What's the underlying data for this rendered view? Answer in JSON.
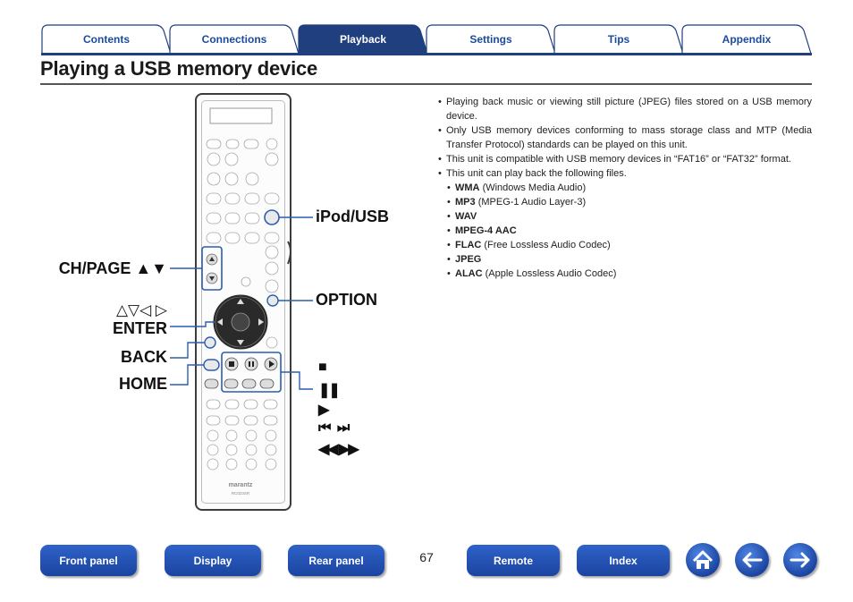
{
  "tabs": [
    {
      "label": "Contents",
      "active": false
    },
    {
      "label": "Connections",
      "active": false
    },
    {
      "label": "Playback",
      "active": true
    },
    {
      "label": "Settings",
      "active": false
    },
    {
      "label": "Tips",
      "active": false
    },
    {
      "label": "Appendix",
      "active": false
    }
  ],
  "page_title": "Playing a USB memory device",
  "remote": {
    "labels": {
      "ipod_usb": "iPod/USB",
      "ch_page": "CH/PAGE ▲▼",
      "option": "OPTION",
      "arrows": "△▽◁ ▷",
      "enter": "ENTER",
      "back": "BACK",
      "home": "HOME"
    },
    "symbols": [
      "■",
      "❚❚",
      "▶",
      "⏮ ⏭",
      "◀◀ ▶▶"
    ],
    "brand": "marantz",
    "model": "RC023SR"
  },
  "info": {
    "bullets": [
      "Playing back music or viewing still picture (JPEG) files stored on a USB memory device.",
      "Only USB memory devices conforming to mass storage class and MTP (Media Transfer Protocol) standards can be played on this unit.",
      "This unit is compatible with USB memory devices in “FAT16” or “FAT32” format.",
      "This unit can play back the following files."
    ],
    "formats": [
      {
        "name": "WMA",
        "desc": "(Windows Media Audio)"
      },
      {
        "name": "MP3",
        "desc": "(MPEG-1 Audio Layer-3)"
      },
      {
        "name": "WAV",
        "desc": ""
      },
      {
        "name": "MPEG-4 AAC",
        "desc": ""
      },
      {
        "name": "FLAC",
        "desc": "(Free Lossless Audio Codec)"
      },
      {
        "name": "JPEG",
        "desc": ""
      },
      {
        "name": "ALAC",
        "desc": "(Apple Lossless Audio Codec)"
      }
    ]
  },
  "bottom_nav": {
    "front_panel": "Front panel",
    "display": "Display",
    "rear_panel": "Rear panel",
    "page_number": "67",
    "remote": "Remote",
    "index": "Index"
  },
  "colors": {
    "tab_active": "#1f3f7f",
    "tab_text": "#1c4b9c",
    "nav_button": "#1b44a0",
    "callout": "#2a5db0"
  },
  "icons": {
    "home": "home-icon",
    "back": "arrow-left-icon",
    "forward": "arrow-right-icon"
  }
}
